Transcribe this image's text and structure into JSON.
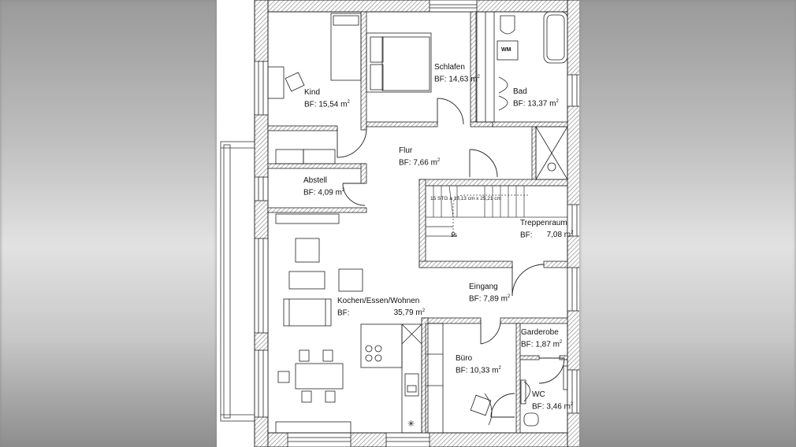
{
  "rooms": [
    {
      "name": "Kind",
      "area_prefix": "BF: ",
      "area": "15,54 m",
      "unit_sup": "2"
    },
    {
      "name": "Schlafen",
      "area_prefix": "BF: ",
      "area": "14,63 m",
      "unit_sup": "2"
    },
    {
      "name": "Bad",
      "area_prefix": "BF: ",
      "area": "13,37 m",
      "unit_sup": "2"
    },
    {
      "name": "Flur",
      "area_prefix": "BF: ",
      "area": "7,66 m",
      "unit_sup": "2"
    },
    {
      "name": "Abstell",
      "area_prefix": "BF: ",
      "area": "4,09 m",
      "unit_sup": "2"
    },
    {
      "name": "Treppenraum",
      "area_prefix": "BF:",
      "area": "7,08 m",
      "unit_sup": "2"
    },
    {
      "name": "Eingang",
      "area_prefix": "BF: ",
      "area": "7,89 m",
      "unit_sup": "2"
    },
    {
      "name": "Kochen/Essen/Wohnen",
      "area_prefix": "BF:",
      "area": "35,79 m",
      "unit_sup": "2"
    },
    {
      "name": "Garderobe",
      "area_prefix": "BF: ",
      "area": "1,87 m",
      "unit_sup": "2"
    },
    {
      "name": "Büro",
      "area_prefix": "BF: ",
      "area": "10,33 m",
      "unit_sup": "2"
    },
    {
      "name": "WC",
      "area_prefix": "BF: ",
      "area": "3,46 m",
      "unit_sup": "2"
    }
  ],
  "fixtures": {
    "washing_machine": "WM",
    "stair_note": "15 STG a 18,13 cm x 25,21 cm",
    "stair_start": "1S",
    "hob_symbol": "✳"
  },
  "colors": {
    "wall_hatch": "#b3b3b3",
    "line": "#222222",
    "paper": "#ffffff"
  }
}
